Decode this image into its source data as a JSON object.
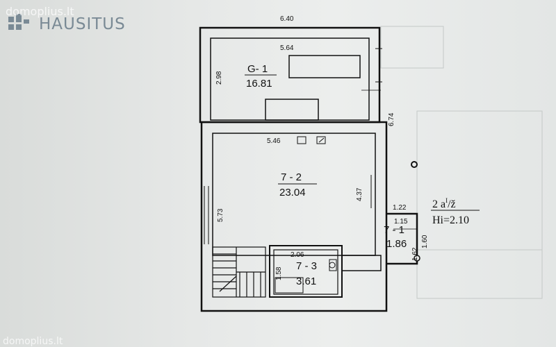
{
  "watermark": {
    "top": "domoplius.lt",
    "bottom": "domoplius.lt"
  },
  "logo": {
    "text": "HAUSITUS",
    "icon": "house-grid-icon",
    "color": "#7a8a95"
  },
  "dimensions": {
    "overall_width": "6.40",
    "g1_width": "5.64",
    "g1_height": "2.98",
    "right_height": "6.74",
    "room72_width": "5.46",
    "room72_left_height": "5.73",
    "room72_right_height": "4.37",
    "r71_width": "1.22",
    "r71_inner": "1.15",
    "r71_height": "1.60",
    "r71_side": "1.62",
    "r73_width": "2.06",
    "r73_height": "1.58"
  },
  "rooms": [
    {
      "id": "G- 1",
      "area": "16.81"
    },
    {
      "id": "7 - 2",
      "area": "23.04"
    },
    {
      "id": "7 - 1",
      "area": "1.86"
    },
    {
      "id": "7 - 3",
      "area": "3.61"
    }
  ],
  "annotation": {
    "line1": "2 a",
    "sup": "I",
    "line1_suffix": "/ž",
    "line2": "Hi=2.10"
  },
  "colors": {
    "ink": "#111111",
    "paper": "#e8eae9"
  }
}
